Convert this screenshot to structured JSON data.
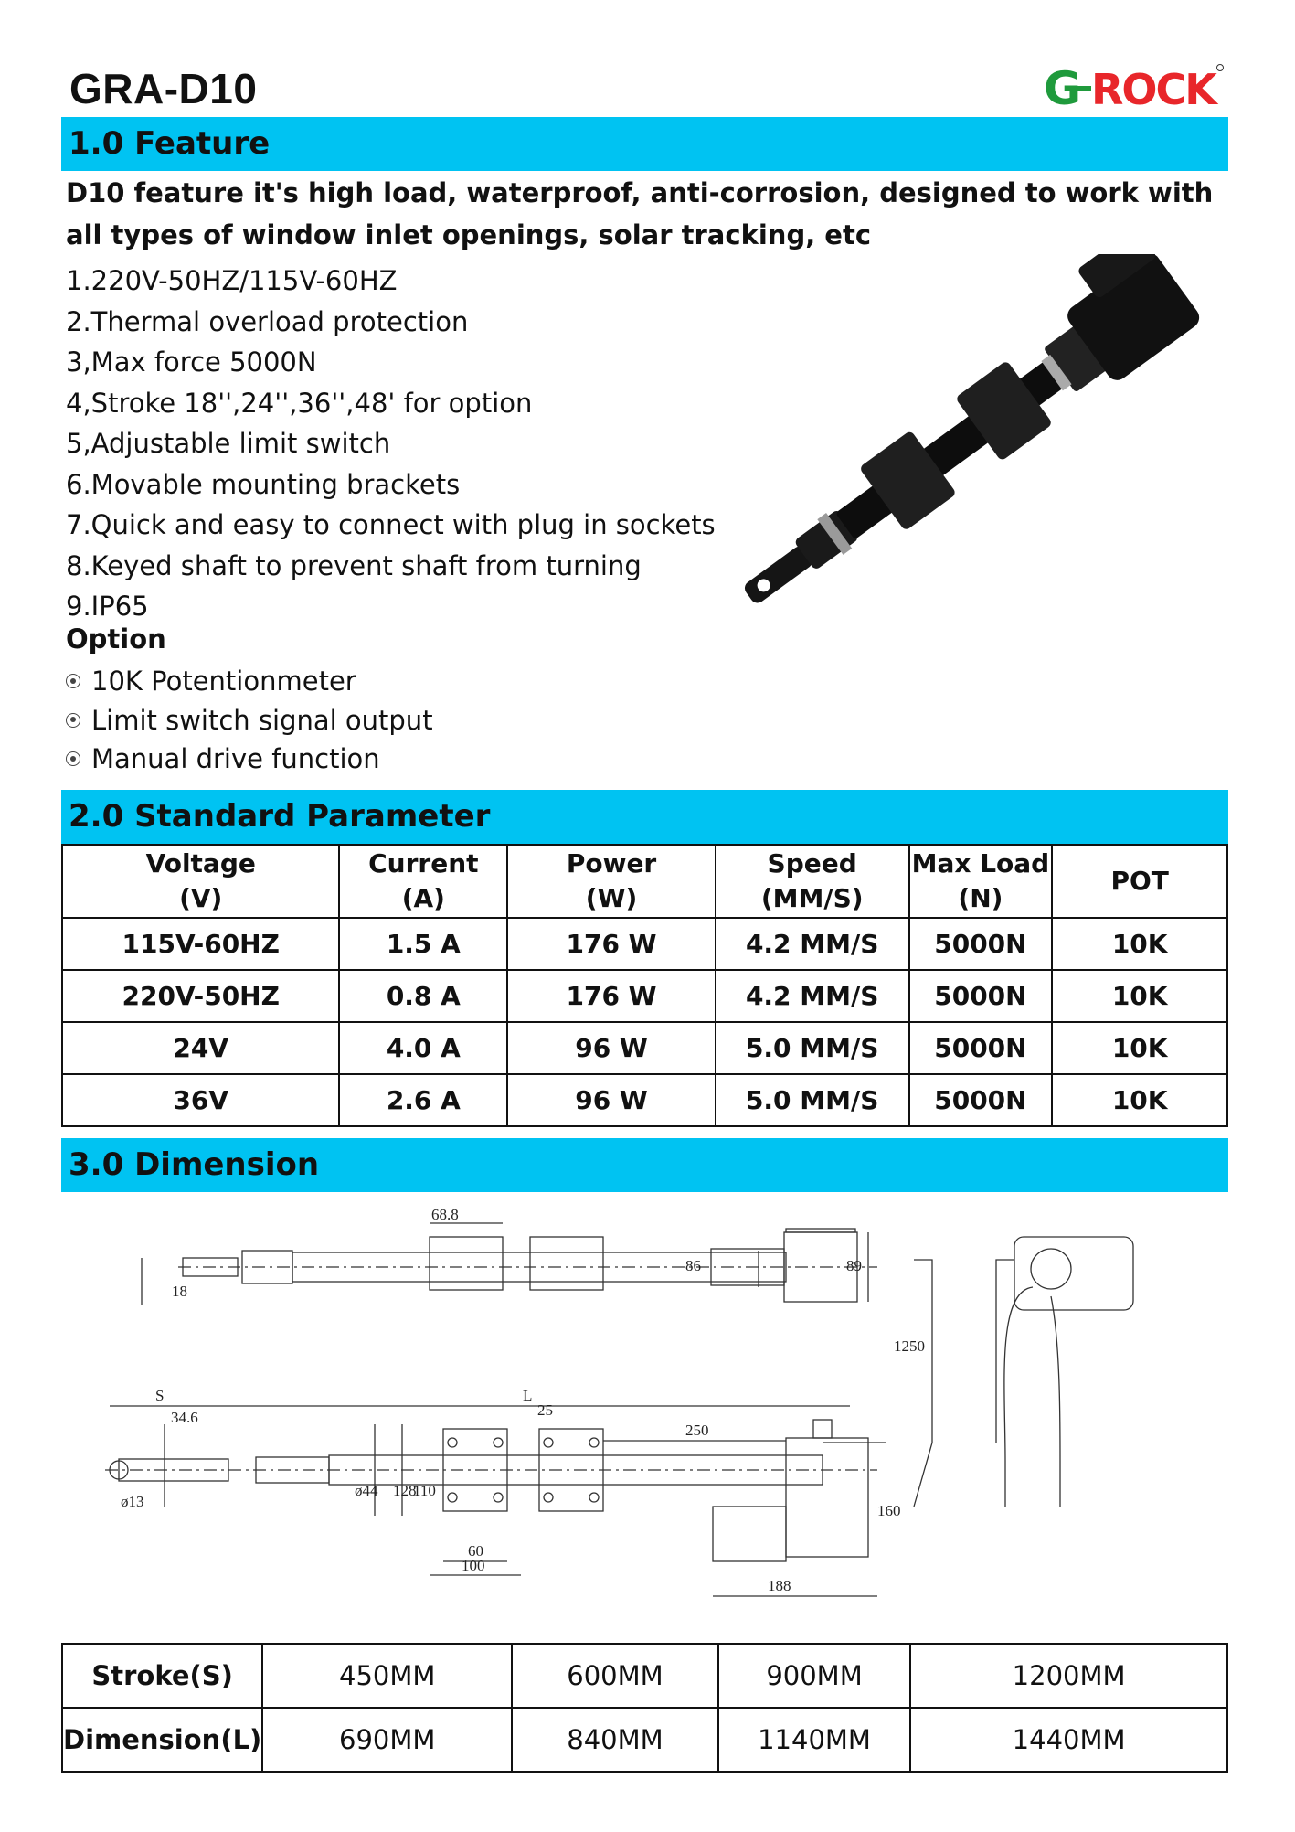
{
  "header": {
    "model": "GRA-D10",
    "brand": "G-ROCK",
    "brand_colors": {
      "g": "#1f9a3c",
      "rock": "#e8262a",
      "dash": "#1f9a3c"
    }
  },
  "sections": {
    "feature": "1.0 Feature",
    "parameter": "2.0 Standard Parameter",
    "dimension": "3.0 Dimension"
  },
  "band_color": "#00c3f2",
  "feature": {
    "intro": "D10 feature it's high load, waterproof, anti-corrosion, designed to work with all types of window inlet openings, solar tracking, etc",
    "items": [
      "1.220V-50HZ/115V-60HZ",
      "2.Thermal overload protection",
      "3,Max force 5000N",
      "4,Stroke 18'',24'',36'',48' for option",
      "5,Adjustable limit switch",
      "6.Movable mounting brackets",
      "7.Quick and easy to connect with plug in sockets",
      "8.Keyed shaft to prevent shaft from turning",
      "9.IP65"
    ],
    "option_title": "Option",
    "options": [
      "10K Potentionmeter",
      "Limit switch signal output",
      "Manual drive function"
    ]
  },
  "parameters": {
    "headers": [
      [
        "Voltage",
        "(V)"
      ],
      [
        "Current",
        "(A)"
      ],
      [
        "Power",
        "(W)"
      ],
      [
        "Speed",
        "(MM/S)"
      ],
      [
        "Max Load",
        "(N)"
      ],
      [
        "POT",
        ""
      ]
    ],
    "rows": [
      [
        "115V-60HZ",
        "1.5 A",
        "176 W",
        "4.2 MM/S",
        "5000N",
        "10K"
      ],
      [
        "220V-50HZ",
        "0.8 A",
        "176 W",
        "4.2 MM/S",
        "5000N",
        "10K"
      ],
      [
        "24V",
        "4.0 A",
        "96 W",
        "5.0 MM/S",
        "5000N",
        "10K"
      ],
      [
        "36V",
        "2.6 A",
        "96 W",
        "5.0 MM/S",
        "5000N",
        "10K"
      ]
    ]
  },
  "drawing": {
    "labels": [
      "68.8",
      "86",
      "89",
      "18",
      "1250",
      "S",
      "L",
      "25",
      "34.6",
      "250",
      "ø44",
      "128",
      "110",
      "ø13",
      "60",
      "100",
      "160",
      "188"
    ]
  },
  "stroke_table": {
    "rows": [
      [
        "Stroke(S)",
        "450MM",
        "600MM",
        "900MM",
        "1200MM"
      ],
      [
        "Dimension(L)",
        "690MM",
        "840MM",
        "1140MM",
        "1440MM"
      ]
    ]
  }
}
